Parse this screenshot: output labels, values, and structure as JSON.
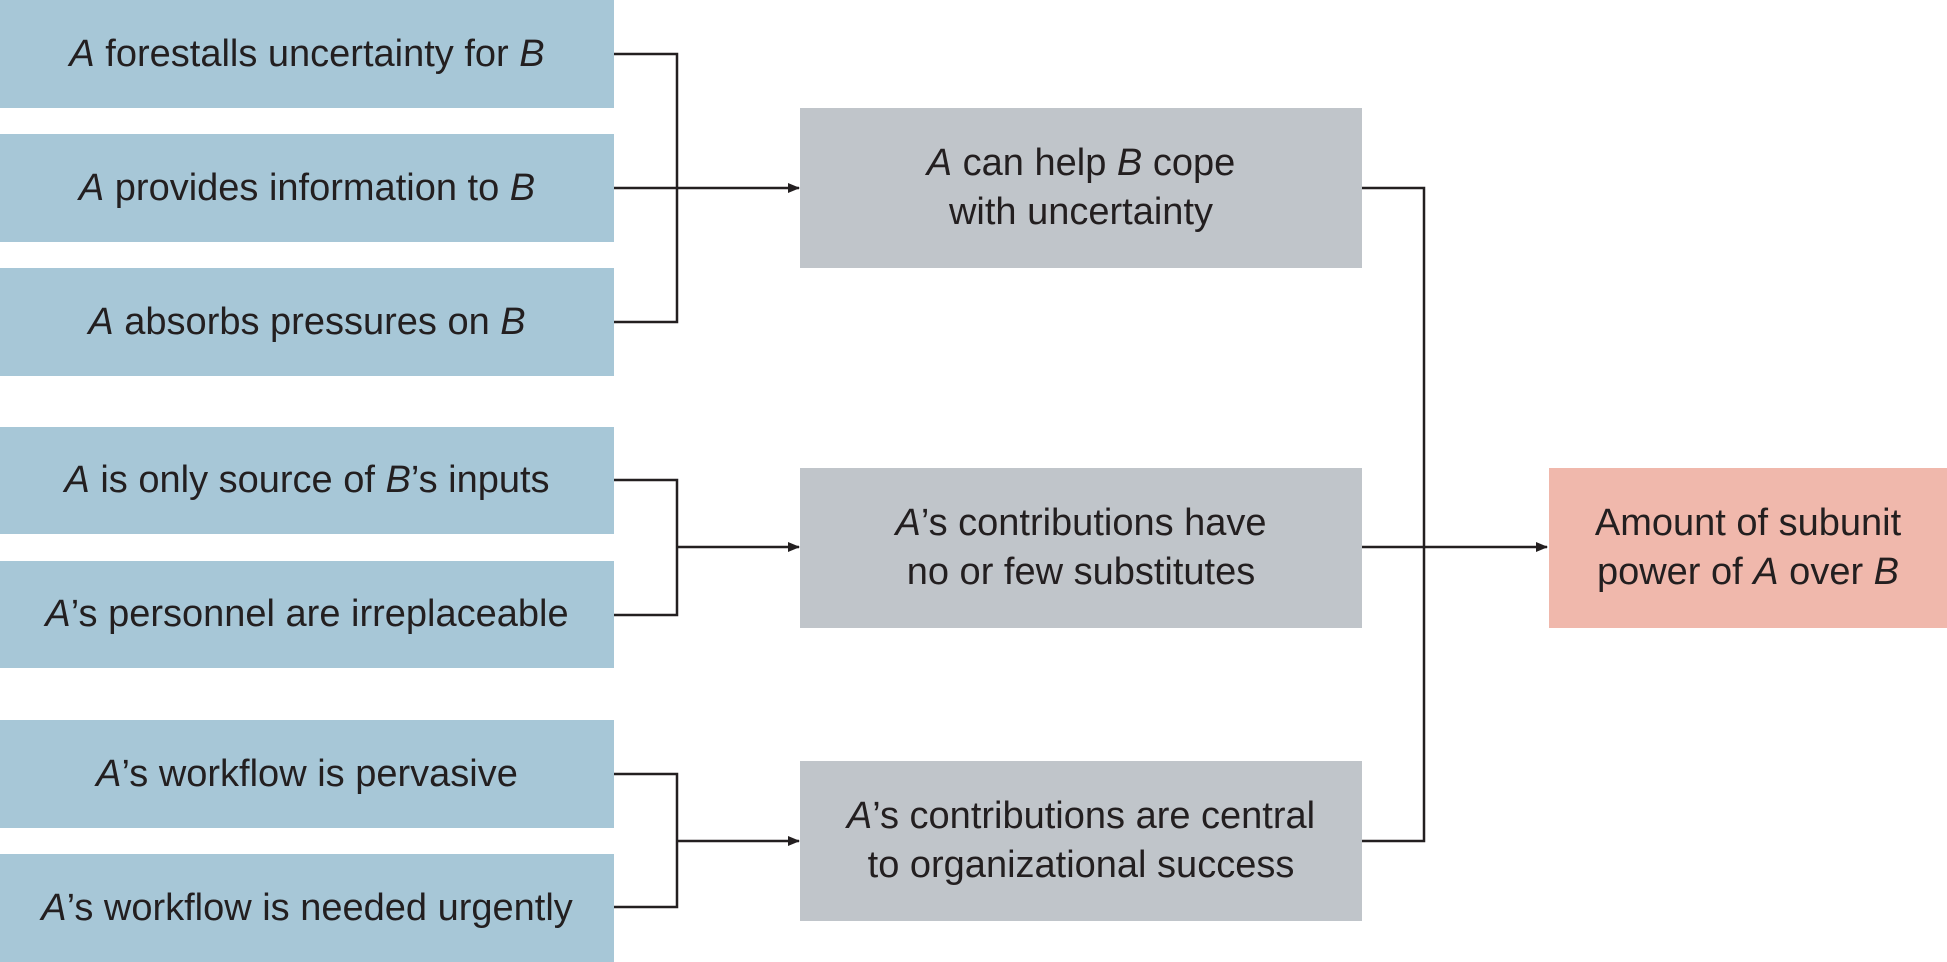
{
  "diagram": {
    "factors": [
      {
        "id": "f1",
        "lines": [
          [
            {
              "t": "A",
              "i": true
            },
            {
              "t": " forestalls uncertainty for "
            },
            {
              "t": "B",
              "i": true
            }
          ]
        ]
      },
      {
        "id": "f2",
        "lines": [
          [
            {
              "t": "A",
              "i": true
            },
            {
              "t": " provides information to "
            },
            {
              "t": "B",
              "i": true
            }
          ]
        ]
      },
      {
        "id": "f3",
        "lines": [
          [
            {
              "t": "A",
              "i": true
            },
            {
              "t": " absorbs pressures on "
            },
            {
              "t": "B",
              "i": true
            }
          ]
        ]
      },
      {
        "id": "f4",
        "lines": [
          [
            {
              "t": "A",
              "i": true
            },
            {
              "t": " is only source of "
            },
            {
              "t": "B",
              "i": true
            },
            {
              "t": "’s inputs"
            }
          ]
        ]
      },
      {
        "id": "f5",
        "lines": [
          [
            {
              "t": "A",
              "i": true
            },
            {
              "t": "’s personnel are irreplaceable"
            }
          ]
        ]
      },
      {
        "id": "f6",
        "lines": [
          [
            {
              "t": "A",
              "i": true
            },
            {
              "t": "’s workflow is pervasive"
            }
          ]
        ]
      },
      {
        "id": "f7",
        "lines": [
          [
            {
              "t": "A",
              "i": true
            },
            {
              "t": "’s workflow is needed urgently"
            }
          ]
        ]
      }
    ],
    "intermediates": [
      {
        "id": "m1",
        "lines": [
          [
            {
              "t": "A",
              "i": true
            },
            {
              "t": " can help "
            },
            {
              "t": "B",
              "i": true
            },
            {
              "t": " cope"
            }
          ],
          [
            {
              "t": "with uncertainty"
            }
          ]
        ]
      },
      {
        "id": "m2",
        "lines": [
          [
            {
              "t": "A",
              "i": true
            },
            {
              "t": "’s contributions have"
            }
          ],
          [
            {
              "t": "no or few substitutes"
            }
          ]
        ]
      },
      {
        "id": "m3",
        "lines": [
          [
            {
              "t": "A",
              "i": true
            },
            {
              "t": "’s contributions are central"
            }
          ],
          [
            {
              "t": "to organizational success"
            }
          ]
        ]
      }
    ],
    "result": {
      "id": "r1",
      "lines": [
        [
          {
            "t": "Amount of subunit"
          }
        ],
        [
          {
            "t": "power of "
          },
          {
            "t": "A",
            "i": true
          },
          {
            "t": " over "
          },
          {
            "t": "B",
            "i": true
          }
        ]
      ]
    },
    "connections": [
      {
        "from": [
          "f1",
          "f2",
          "f3"
        ],
        "to": "m1"
      },
      {
        "from": [
          "f4",
          "f5"
        ],
        "to": "m2"
      },
      {
        "from": [
          "f6",
          "f7"
        ],
        "to": "m3"
      },
      {
        "from": [
          "m1",
          "m2",
          "m3"
        ],
        "to": "r1"
      }
    ],
    "colors": {
      "factor": "#a7c7d7",
      "intermediate": "#c0c5ca",
      "result": "#f0b8ac",
      "line": "#231f20"
    }
  }
}
